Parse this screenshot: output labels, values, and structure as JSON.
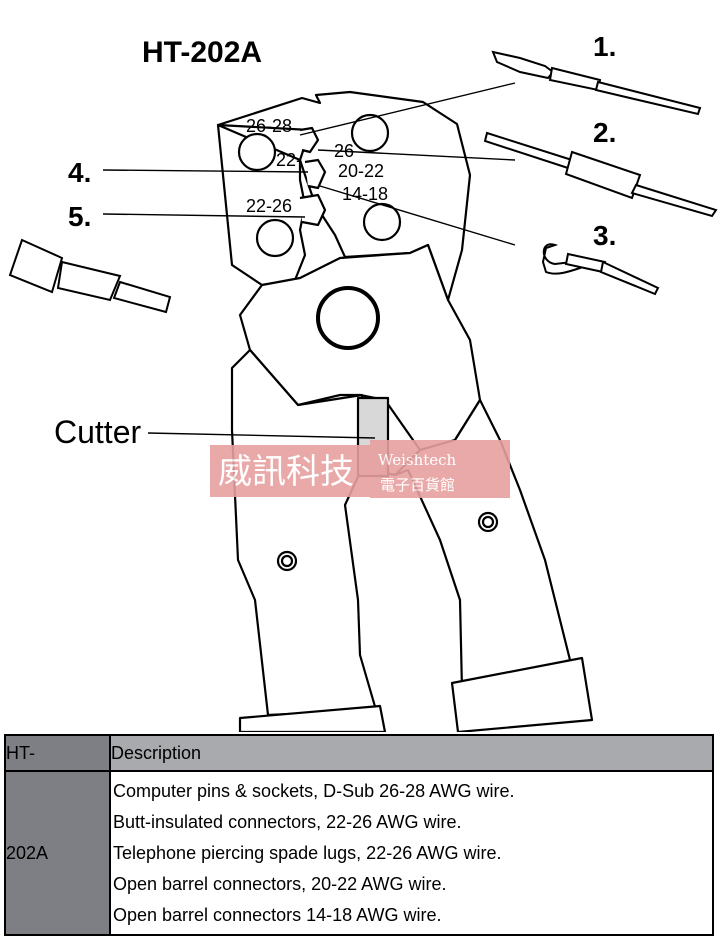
{
  "diagram": {
    "title": "HT-202A",
    "callouts": [
      "1.",
      "2.",
      "3.",
      "4.",
      "5."
    ],
    "jaw_labels": [
      "26-28",
      "22-",
      "26",
      "20-22",
      "22-26",
      "14-18"
    ],
    "cutter_label": "Cutter",
    "watermark": {
      "chinese": "威訊科技",
      "latin": "Weishtech",
      "sub": "電子百貨館"
    }
  },
  "table": {
    "header": {
      "model_col": "HT-",
      "desc_col": "Description"
    },
    "model": "202A",
    "rows": [
      "Computer pins & sockets,  D-Sub 26-28 AWG wire.",
      "Butt-insulated connectors, 22-26 AWG wire.",
      "Telephone piercing spade lugs, 22-26 AWG wire.",
      "Open barrel connectors, 20-22 AWG wire.",
      "Open barrel connectors 14-18 AWG wire."
    ]
  },
  "colors": {
    "header_left": "#7d7f84",
    "header_right": "#a9aaad",
    "watermark": "#e8a0a0"
  }
}
